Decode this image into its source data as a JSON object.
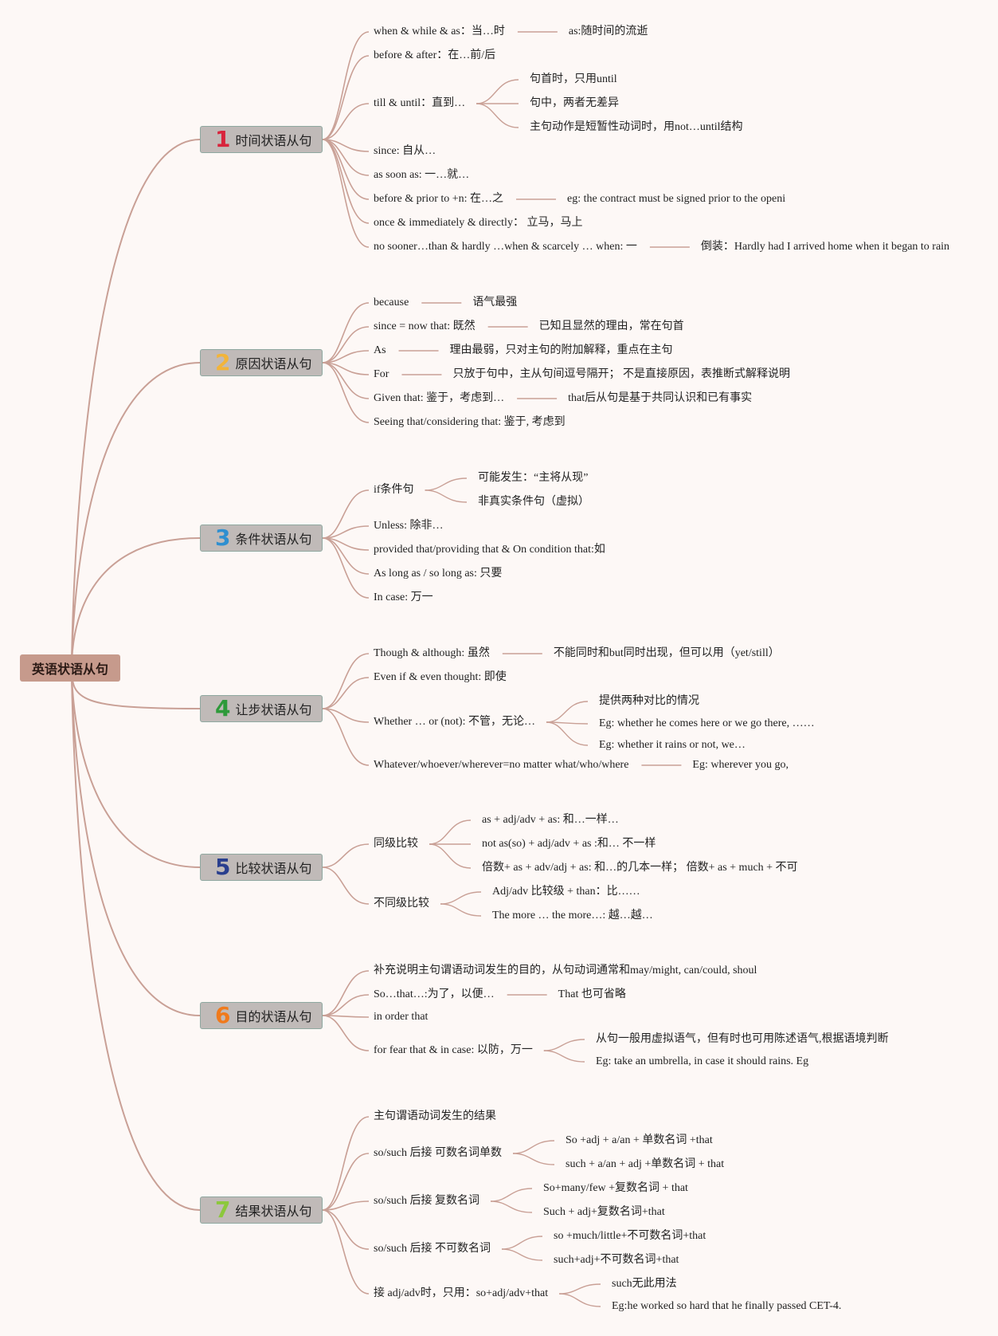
{
  "root": {
    "label": "英语状语从句"
  },
  "colors": {
    "link": "#c9a096"
  },
  "branches": [
    {
      "number": "1",
      "label": "时间状语从句",
      "color": "#d8243c",
      "items": [
        {
          "text": "when & while & as：当…时",
          "note": "as:随时间的流逝"
        },
        {
          "text": "before & after：在…前/后"
        },
        {
          "text": "till & until：直到…",
          "children": [
            "句首时，只用until",
            "句中，两者无差异",
            "主句动作是短暂性动词时，用not…until结构"
          ]
        },
        {
          "text": "since: 自从…"
        },
        {
          "text": "as soon as: 一…就…"
        },
        {
          "text": "before & prior to +n: 在…之",
          "note": "eg: the contract must be signed prior to the openi"
        },
        {
          "text": "once & immediately & directly：  立马，马上"
        },
        {
          "text": "no sooner…than & hardly …when & scarcely … when: 一",
          "note": "倒装：Hardly had I arrived home when it began to rain"
        }
      ]
    },
    {
      "number": "2",
      "label": "原因状语从句",
      "color": "#f2b43a",
      "items": [
        {
          "text": "because",
          "note": "语气最强"
        },
        {
          "text": "since = now that: 既然",
          "note": "已知且显然的理由，常在句首"
        },
        {
          "text": "As",
          "note": "理由最弱，只对主句的附加解释，重点在主句"
        },
        {
          "text": "For",
          "note": "只放于句中，主从句间逗号隔开；  不是直接原因，表推断式解释说明"
        },
        {
          "text": "Given that: 鉴于，考虑到…",
          "note": "that后从句是基于共同认识和已有事实"
        },
        {
          "text": "Seeing that/considering that: 鉴于, 考虑到"
        }
      ]
    },
    {
      "number": "3",
      "label": "条件状语从句",
      "color": "#2f8fd0",
      "items": [
        {
          "text": "if条件句",
          "children": [
            "可能发生：“主将从现”",
            "非真实条件句（虚拟）"
          ]
        },
        {
          "text": "Unless: 除非…"
        },
        {
          "text": "provided that/providing that & On condition that:如"
        },
        {
          "text": "As long as / so long as: 只要"
        },
        {
          "text": "In case: 万一"
        }
      ]
    },
    {
      "number": "4",
      "label": "让步状语从句",
      "color": "#2e9a3a",
      "items": [
        {
          "text": "Though & although: 虽然",
          "note": "不能同时和but同时出现，但可以用（yet/still）"
        },
        {
          "text": "Even if & even thought: 即使"
        },
        {
          "text": "Whether … or (not): 不管，无论…",
          "children": [
            "提供两种对比的情况",
            "Eg: whether he comes here or we go there, ……",
            "Eg: whether it rains or not, we…"
          ]
        },
        {
          "text": "Whatever/whoever/wherever=no matter what/who/where",
          "note": "Eg: wherever you go,"
        }
      ]
    },
    {
      "number": "5",
      "label": "比较状语从句",
      "color": "#2a3f8e",
      "items": [
        {
          "text": "同级比较",
          "children": [
            "as + adj/adv + as: 和…一样…",
            "not as(so) + adj/adv + as :和… 不一样",
            "倍数+ as + adv/adj + as: 和…的几本一样；  倍数+ as + much + 不可"
          ]
        },
        {
          "text": "不同级比较",
          "children": [
            "Adj/adv 比较级 + than：比……",
            "The more … the more…: 越…越…"
          ]
        }
      ]
    },
    {
      "number": "6",
      "label": "目的状语从句",
      "color": "#f07a1c",
      "items": [
        {
          "text": "补充说明主句谓语动词发生的目的，从句动词通常和may/might, can/could, shoul"
        },
        {
          "text": "So…that…:为了，以便…",
          "note": "That 也可省略"
        },
        {
          "text": "in order that"
        },
        {
          "text": "for fear that & in case: 以防，万一",
          "children": [
            "从句一般用虚拟语气，但有时也可用陈述语气,根据语境判断",
            "Eg: take an umbrella, in case it should rains. Eg"
          ]
        }
      ]
    },
    {
      "number": "7",
      "label": "结果状语从句",
      "color": "#8cc83c",
      "items": [
        {
          "text": "主句谓语动词发生的结果"
        },
        {
          "text": "so/such 后接 可数名词单数",
          "children": [
            "So +adj + a/an + 单数名词 +that",
            "such + a/an + adj +单数名词 + that"
          ]
        },
        {
          "text": "so/such 后接 复数名词",
          "children": [
            "So+many/few +复数名词 + that",
            "Such + adj+复数名词+that"
          ]
        },
        {
          "text": "so/such 后接 不可数名词",
          "children": [
            "so +much/little+不可数名词+that",
            "such+adj+不可数名词+that"
          ]
        },
        {
          "text": "接 adj/adv时，只用：so+adj/adv+that",
          "children": [
            "such无此用法",
            "Eg:he worked so hard that he finally passed CET-4."
          ]
        }
      ]
    }
  ]
}
